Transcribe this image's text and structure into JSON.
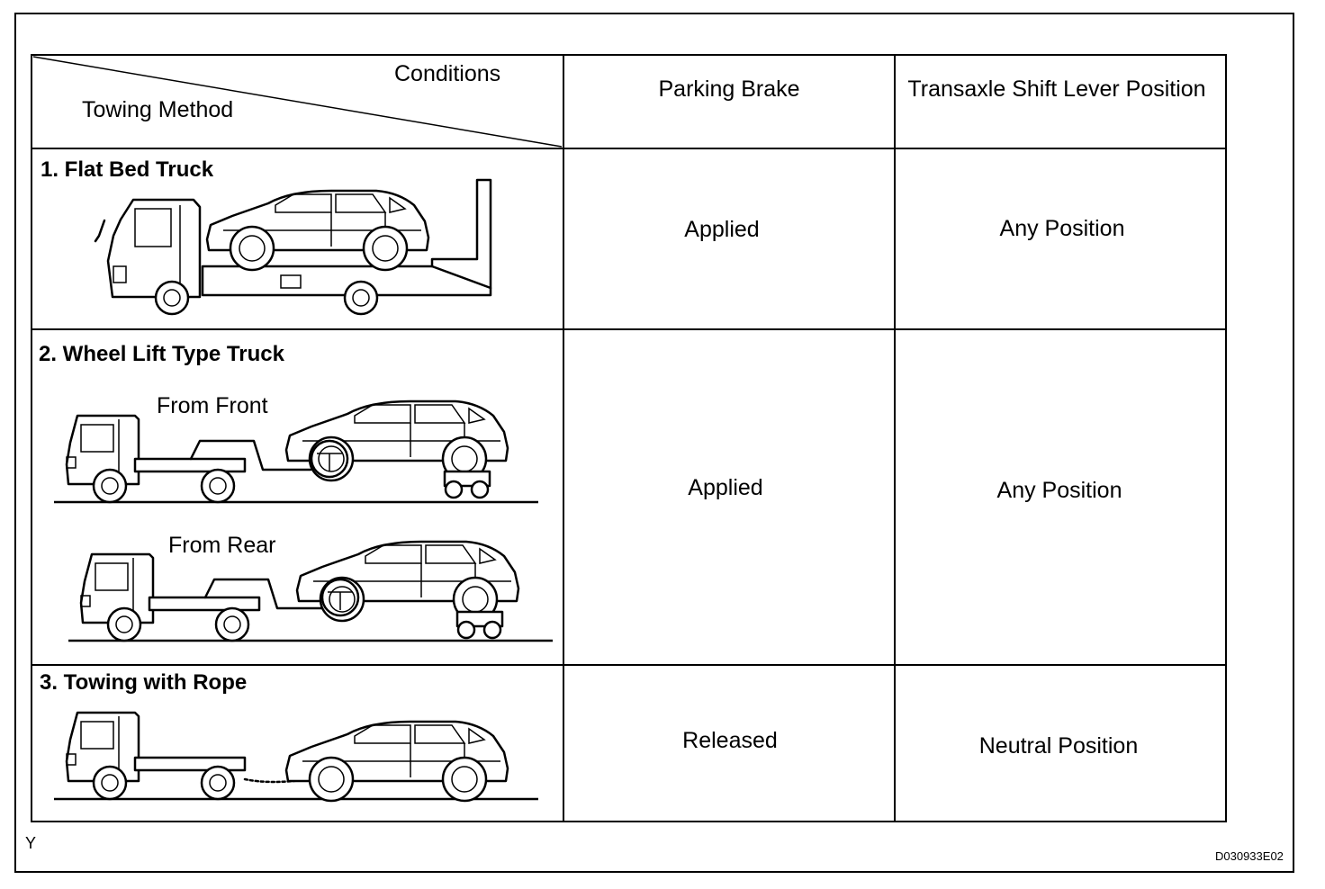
{
  "header": {
    "conditions_label": "Conditions",
    "towing_method_label": "Towing Method",
    "parking_brake_label": "Parking Brake",
    "shift_lever_label": "Transaxle Shift Lever Position"
  },
  "rows": [
    {
      "method": "1. Flat Bed Truck",
      "parking_brake": "Applied",
      "shift_lever": "Any Position"
    },
    {
      "method": "2. Wheel Lift Type Truck",
      "from_front": "From Front",
      "from_rear": "From Rear",
      "parking_brake": "Applied",
      "shift_lever": "Any Position"
    },
    {
      "method": "3. Towing with Rope",
      "parking_brake": "Released",
      "shift_lever": "Neutral Position"
    }
  ],
  "footer": {
    "corner_mark": "Y",
    "figure_id": "D030933E02"
  }
}
